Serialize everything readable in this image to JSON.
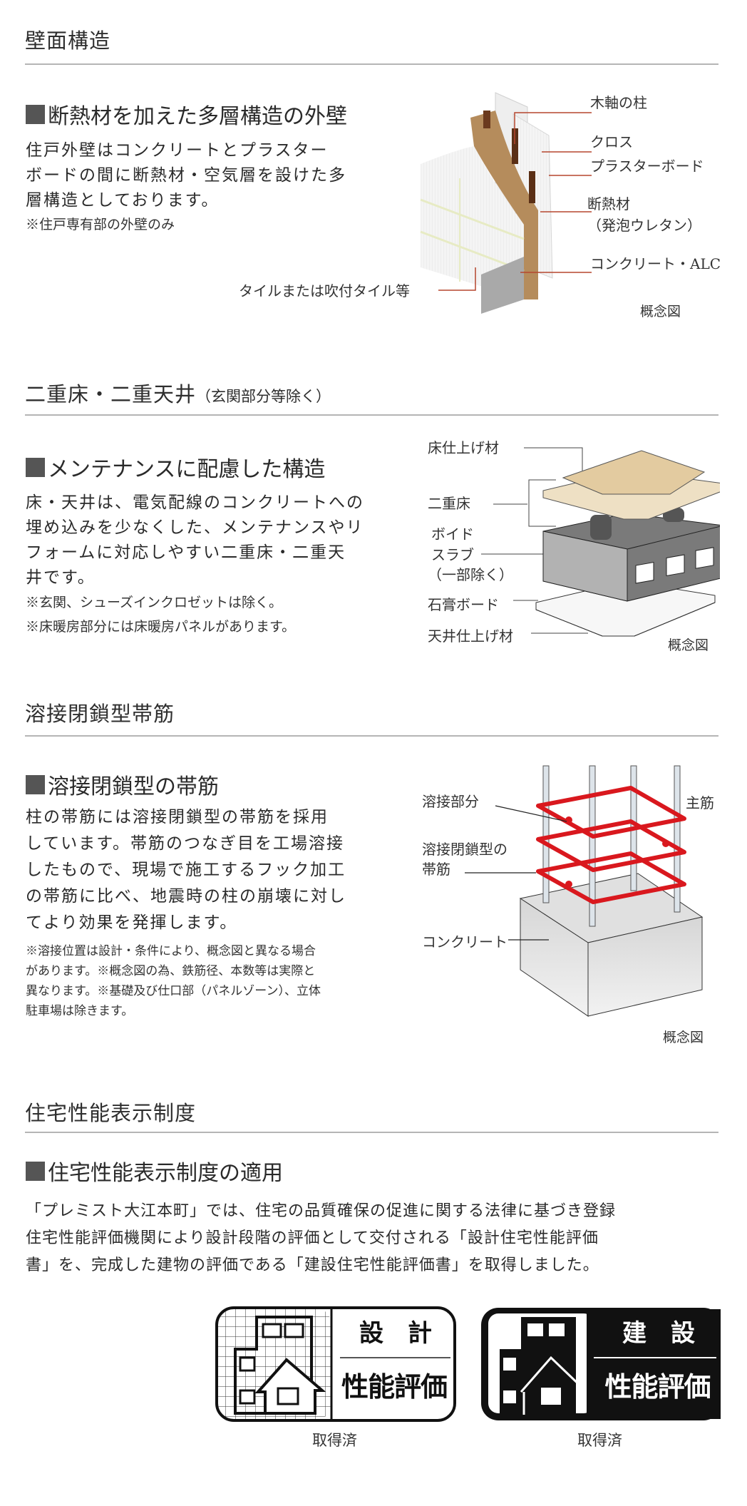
{
  "sections": [
    {
      "title": "壁面構造",
      "subheading": "断熱材を加えた多層構造の外壁",
      "body": [
        "住戸外壁はコンクリートとプラスター",
        "ボードの間に断熱材・空気層を設けた多",
        "層構造としております。"
      ],
      "notes": [
        "※住戸専有部の外壁のみ"
      ],
      "diagram": {
        "labels": {
          "column": "木軸の柱",
          "cloth": "クロス",
          "plasterboard": "プラスターボード",
          "insulation": "断熱材",
          "insulation_detail": "（発泡ウレタン）",
          "concrete": "コンクリート・ALC",
          "tile": "タイルまたは吹付タイル等"
        },
        "caption": "概念図",
        "colors": {
          "leader": "#b5462f",
          "wood": "#b08a5a",
          "post": "#6b3a1e"
        }
      }
    },
    {
      "title": "二重床・二重天井",
      "title_note": "（玄関部分等除く）",
      "subheading": "メンテナンスに配慮した構造",
      "body": [
        "床・天井は、電気配線のコンクリートへの",
        "埋め込みを少なくした、メンテナンスやリ",
        "フォームに対応しやすい二重床・二重天",
        "井です。"
      ],
      "notes": [
        "※玄関、シューズインクロゼットは除く。",
        "※床暖房部分には床暖房パネルがあります。"
      ],
      "diagram": {
        "labels": {
          "floor_finish": "床仕上げ材",
          "double_floor": "二重床",
          "void_slab_1": "ボイド",
          "void_slab_2": "スラブ",
          "void_slab_3": "（一部除く）",
          "gypsum_board": "石膏ボード",
          "ceiling_finish": "天井仕上げ材"
        },
        "caption": "概念図"
      }
    },
    {
      "title": "溶接閉鎖型帯筋",
      "subheading": "溶接閉鎖型の帯筋",
      "body": [
        "柱の帯筋には溶接閉鎖型の帯筋を採用",
        "しています。帯筋のつなぎ目を工場溶接",
        "したもので、現場で施工するフック加工",
        "の帯筋に比べ、地震時の柱の崩壊に対し",
        "てより効果を発揮します。"
      ],
      "notes": [
        "※溶接位置は設計・条件により、概念図と異なる場合",
        "があります。※概念図の為、鉄筋径、本数等は実際と",
        "異なります。※基礎及び仕口部（パネルゾーン）、立体",
        "駐車場は除きます。"
      ],
      "diagram": {
        "labels": {
          "weld": "溶接部分",
          "main_bar": "主筋",
          "hoop_1": "溶接閉鎖型の",
          "hoop_2": "帯筋",
          "concrete": "コンクリート"
        },
        "caption": "概念図",
        "colors": {
          "hoop": "#d9181e"
        }
      }
    },
    {
      "title": "住宅性能表示制度",
      "subheading": "住宅性能表示制度の適用",
      "body": [
        "「プレミスト大江本町」では、住宅の品質確保の促進に関する法律に基づき登録",
        "住宅性能評価機関により設計段階の評価として交付される「設計住宅性能評価",
        "書」を、完成した建物の評価である「建設住宅性能評価書」を取得しました。"
      ],
      "badges": [
        {
          "top": "設　計",
          "bottom": "性能評価",
          "label": "取得済",
          "style": "outline"
        },
        {
          "top": "建　設",
          "bottom": "性能評価",
          "label": "取得済",
          "style": "filled"
        }
      ]
    }
  ]
}
